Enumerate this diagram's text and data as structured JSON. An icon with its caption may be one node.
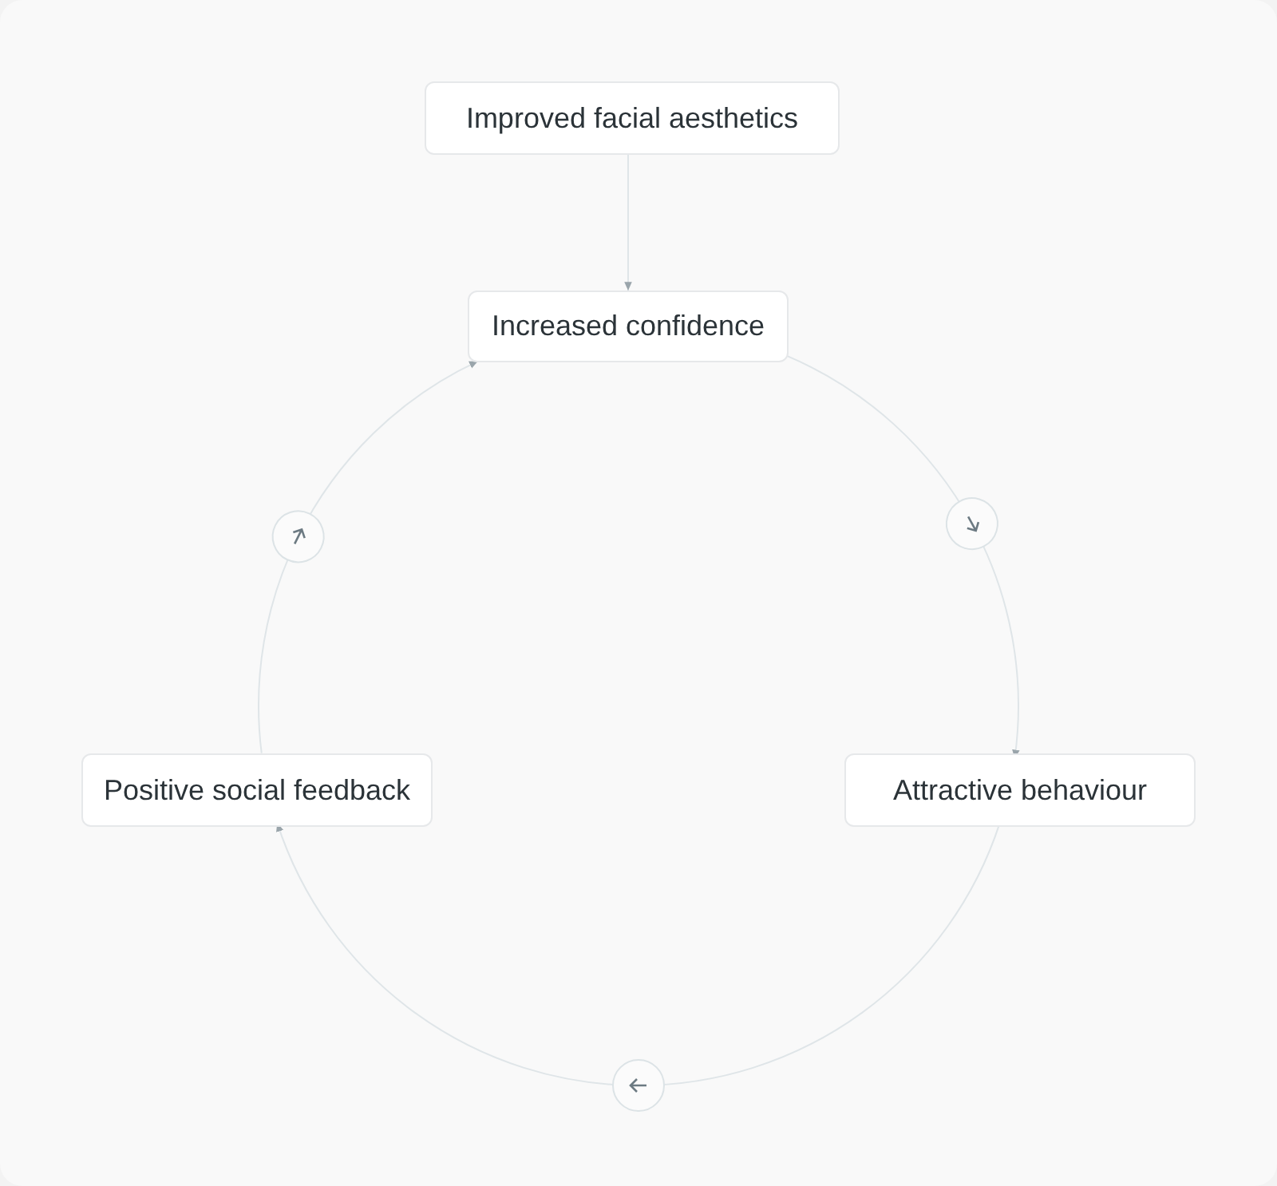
{
  "diagram": {
    "nodes": [
      {
        "text": [
          "Improved facial aesthetics"
        ]
      },
      {
        "text": [
          "Increased confidence"
        ]
      },
      {
        "text": [
          "Attractive behaviour"
        ]
      },
      {
        "text": [
          "Positive social feedback"
        ]
      }
    ],
    "edges": [
      {
        "from": 0,
        "to": 1,
        "arrow": "to"
      },
      {
        "from": 1,
        "to": 2,
        "arrow": "to"
      },
      {
        "from": 2,
        "to": 3,
        "arrow": "to"
      },
      {
        "from": 3,
        "to": 1,
        "arrow": "to"
      }
    ]
  }
}
